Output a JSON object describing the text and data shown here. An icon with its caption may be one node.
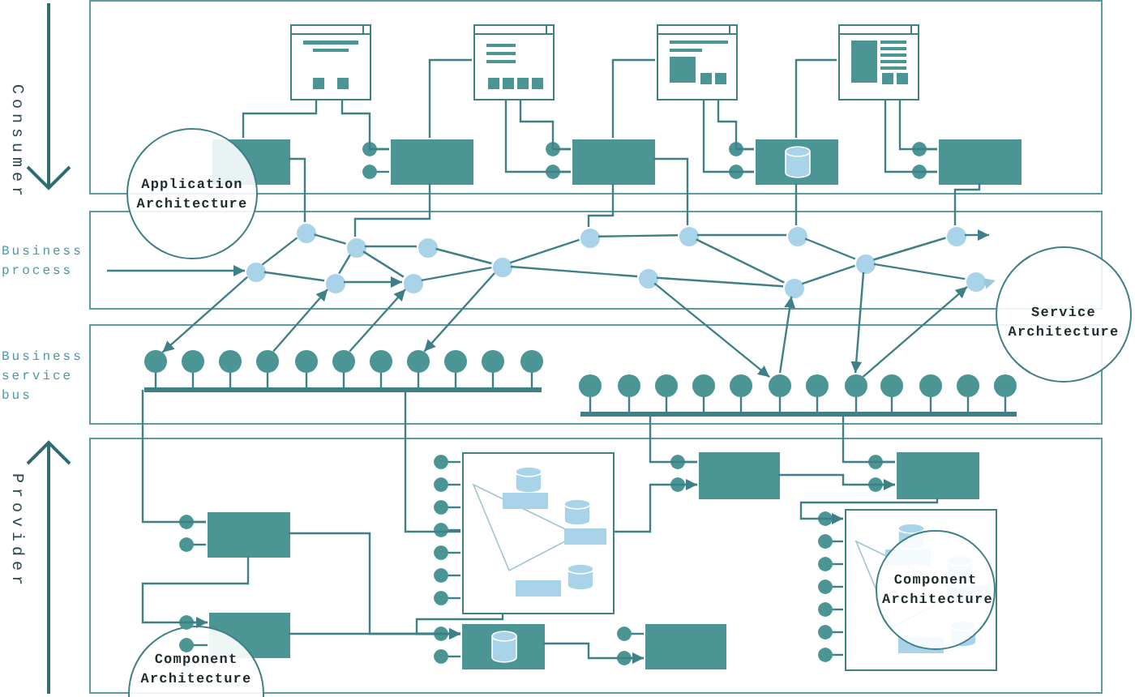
{
  "diagram": {
    "nodes": [
      {
        "text": [],
        "shape": "box"
      },
      {
        "text": [],
        "shape": "picture",
        "in": 0
      },
      {
        "text": [],
        "shape": "picture",
        "in": 0
      },
      {
        "text": [],
        "shape": "picture",
        "in": 0
      },
      {
        "text": [],
        "shape": "picture",
        "in": 0
      },
      {
        "text": [],
        "shape": "box",
        "in": 0
      },
      {
        "text": [],
        "shape": "box",
        "in": 0
      },
      {
        "text": [],
        "shape": "box",
        "in": 0
      },
      {
        "text": [],
        "shape": "box",
        "in": 0
      },
      {
        "text": [],
        "shape": "box",
        "in": 0
      },
      {
        "text": [
          "Application Architecture"
        ]
      },
      {
        "text": [
          "Business process"
        ]
      },
      {
        "text": [],
        "shape": "circle",
        "in": 11
      },
      {
        "text": [],
        "shape": "circle",
        "in": 11
      },
      {
        "text": [],
        "shape": "circle",
        "in": 11
      },
      {
        "text": [],
        "shape": "circle",
        "in": 11
      },
      {
        "text": [],
        "shape": "circle",
        "in": 11
      },
      {
        "text": [],
        "shape": "circle",
        "in": 11
      },
      {
        "text": [],
        "shape": "circle",
        "in": 11
      },
      {
        "text": [],
        "shape": "circle",
        "in": 11
      },
      {
        "text": [],
        "shape": "circle",
        "in": 11
      },
      {
        "text": [],
        "shape": "circle",
        "in": 11
      },
      {
        "text": [],
        "shape": "circle",
        "in": 11
      },
      {
        "text": [],
        "shape": "circle",
        "in": 11
      },
      {
        "text": [],
        "shape": "circle",
        "in": 11
      },
      {
        "text": [],
        "shape": "circle",
        "in": 11
      },
      {
        "text": [],
        "shape": "circle",
        "in": 11
      },
      {
        "text": [
          "Service Architecture"
        ]
      },
      {
        "text": [
          "Business service bus"
        ]
      },
      {
        "text": [],
        "shape": "circle",
        "in": 28
      },
      {
        "text": [],
        "shape": "circle",
        "in": 28
      },
      {
        "text": [],
        "shape": "circle",
        "in": 28
      },
      {
        "text": [],
        "shape": "circle",
        "in": 28
      },
      {
        "text": [],
        "shape": "circle",
        "in": 28
      },
      {
        "text": [],
        "shape": "circle",
        "in": 28
      },
      {
        "text": [],
        "shape": "circle",
        "in": 28
      },
      {
        "text": [],
        "shape": "circle",
        "in": 28
      },
      {
        "text": [],
        "shape": "circle",
        "in": 28
      },
      {
        "text": [],
        "shape": "circle",
        "in": 28
      },
      {
        "text": [],
        "shape": "circle",
        "in": 28
      },
      {
        "text": [],
        "shape": "bar",
        "in": 28
      },
      {
        "text": [],
        "shape": "circle",
        "in": 28
      },
      {
        "text": [],
        "shape": "circle",
        "in": 28
      },
      {
        "text": [],
        "shape": "circle",
        "in": 28
      },
      {
        "text": [],
        "shape": "circle",
        "in": 28
      },
      {
        "text": [],
        "shape": "circle",
        "in": 28
      },
      {
        "text": [],
        "shape": "circle",
        "in": 28
      },
      {
        "text": [],
        "shape": "circle",
        "in": 28
      },
      {
        "text": [],
        "shape": "circle",
        "in": 28
      },
      {
        "text": [],
        "shape": "circle",
        "in": 28
      },
      {
        "text": [],
        "shape": "circle",
        "in": 28
      },
      {
        "text": [],
        "shape": "circle",
        "in": 28
      },
      {
        "text": [],
        "shape": "circle",
        "in": 28
      },
      {
        "text": [],
        "shape": "bar",
        "in": 28
      },
      {
        "text": [],
        "shape": "box"
      },
      {
        "text": [],
        "shape": "box",
        "in": 54
      },
      {
        "text": [],
        "shape": "box",
        "in": 54
      },
      {
        "text": [],
        "shape": "box",
        "in": 54
      },
      {
        "text": [],
        "shape": "box",
        "in": 54
      },
      {
        "text": [],
        "shape": "box",
        "in": 54
      },
      {
        "text": [
          "Component Architecture"
        ],
        "in": 59
      },
      {
        "text": [],
        "shape": "box",
        "in": 54
      },
      {
        "text": [],
        "shape": "box",
        "in": 54
      },
      {
        "text": [],
        "shape": "box",
        "in": 54
      },
      {
        "text": [
          "Component Architecture"
        ]
      }
    ],
    "edges": [
      {
        "from": 1,
        "to": 5,
        "arrow": "none"
      },
      {
        "from": 1,
        "to": 6,
        "arrow": "none"
      },
      {
        "from": 2,
        "to": 6,
        "arrow": "none"
      },
      {
        "from": 2,
        "to": 7,
        "arrow": "none"
      },
      {
        "from": 2,
        "to": 7,
        "arrow": "none"
      },
      {
        "from": 3,
        "to": 7,
        "arrow": "none"
      },
      {
        "from": 3,
        "to": 8,
        "arrow": "none"
      },
      {
        "from": 3,
        "to": 8,
        "arrow": "none"
      },
      {
        "from": 4,
        "to": 8,
        "arrow": "none"
      },
      {
        "from": 4,
        "to": 9,
        "arrow": "none"
      },
      {
        "from": 4,
        "to": 9,
        "arrow": "none"
      },
      {
        "from": 5,
        "to": 13,
        "arrow": "none"
      },
      {
        "from": 6,
        "to": 14,
        "arrow": "none"
      },
      {
        "from": 7,
        "to": 19,
        "arrow": "none"
      },
      {
        "from": 7,
        "to": 20,
        "arrow": "none"
      },
      {
        "from": 8,
        "to": 23,
        "arrow": "none"
      },
      {
        "from": 9,
        "to": 25,
        "arrow": "none"
      },
      {
        "from": null,
        "to": 12,
        "arrow": "to"
      },
      {
        "from": 12,
        "to": 13,
        "arrow": "none"
      },
      {
        "from": 12,
        "to": 15,
        "arrow": "none"
      },
      {
        "from": 13,
        "to": 14,
        "arrow": "none"
      },
      {
        "from": 14,
        "to": 16,
        "arrow": "none"
      },
      {
        "from": 14,
        "to": 15,
        "arrow": "none"
      },
      {
        "from": 14,
        "to": 17,
        "arrow": "none"
      },
      {
        "from": 15,
        "to": 17,
        "arrow": "to"
      },
      {
        "from": 16,
        "to": 18,
        "arrow": "none"
      },
      {
        "from": 17,
        "to": 18,
        "arrow": "none"
      },
      {
        "from": 18,
        "to": 19,
        "arrow": "none"
      },
      {
        "from": 18,
        "to": 21,
        "arrow": "none"
      },
      {
        "from": 19,
        "to": 20,
        "arrow": "none"
      },
      {
        "from": 20,
        "to": 23,
        "arrow": "none"
      },
      {
        "from": 20,
        "to": 22,
        "arrow": "none"
      },
      {
        "from": 21,
        "to": 22,
        "arrow": "none"
      },
      {
        "from": 23,
        "to": 24,
        "arrow": "none"
      },
      {
        "from": 22,
        "to": 24,
        "arrow": "none"
      },
      {
        "from": 24,
        "to": 25,
        "arrow": "none"
      },
      {
        "from": 24,
        "to": 26,
        "arrow": "none"
      },
      {
        "from": 25,
        "to": null,
        "arrow": "to"
      },
      {
        "from": 26,
        "to": 27,
        "arrow": "to",
        "style": "dashed",
        "color": "#9cc8dc"
      },
      {
        "from": 12,
        "to": 29,
        "arrow": "to"
      },
      {
        "from": 32,
        "to": 15,
        "arrow": "to"
      },
      {
        "from": 34,
        "to": 17,
        "arrow": "to"
      },
      {
        "from": 18,
        "to": 36,
        "arrow": "to"
      },
      {
        "from": 21,
        "to": 46,
        "arrow": "to"
      },
      {
        "from": 46,
        "to": 22,
        "arrow": "to"
      },
      {
        "from": 24,
        "to": 48,
        "arrow": "to"
      },
      {
        "from": 48,
        "to": 26,
        "arrow": "to"
      },
      {
        "from": 40,
        "to": 58,
        "arrow": "none"
      },
      {
        "from": 40,
        "to": 55,
        "arrow": "none"
      },
      {
        "from": 53,
        "to": 56,
        "arrow": "none"
      },
      {
        "from": 53,
        "to": 57,
        "arrow": "none"
      },
      {
        "from": 58,
        "to": 61,
        "arrow": "to"
      },
      {
        "from": 58,
        "to": 62,
        "arrow": "to"
      },
      {
        "from": 61,
        "to": 62,
        "arrow": "to"
      },
      {
        "from": 55,
        "to": 62,
        "arrow": "to"
      },
      {
        "from": 55,
        "to": 56,
        "arrow": "to"
      },
      {
        "from": 62,
        "to": 63,
        "arrow": "to"
      },
      {
        "from": 56,
        "to": 57,
        "arrow": "to"
      },
      {
        "from": 57,
        "to": 59,
        "arrow": "to"
      }
    ],
    "labels": [
      "Consumer",
      "Provider"
    ]
  }
}
